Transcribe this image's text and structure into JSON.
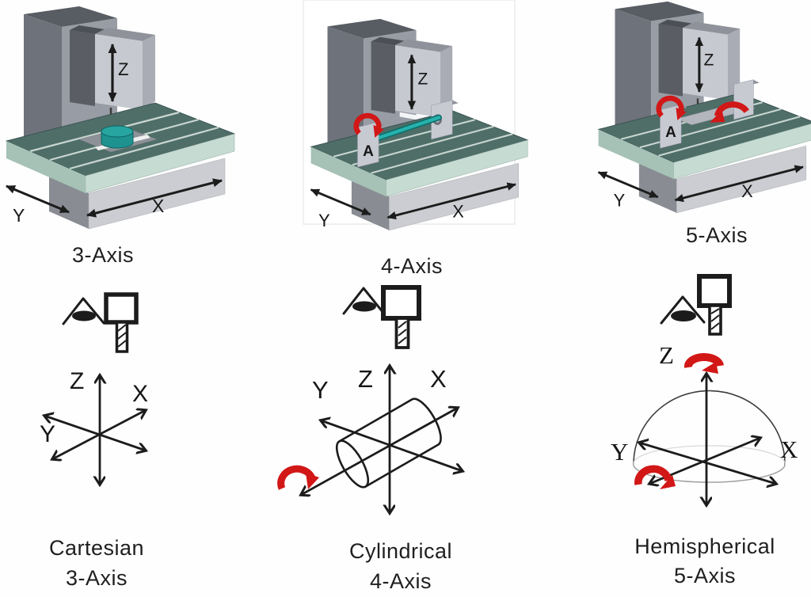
{
  "colors": {
    "accent_red": "#d21717",
    "workpiece_teal": "#1d928f",
    "rod_teal": "#27b2ad",
    "table_top_green": "#4f6e68",
    "table_edge_mint": "#c6dbd2",
    "machine_gray": "#c7c9d1",
    "ink": "#1c1c1c"
  },
  "machines": [
    {
      "label": "3-Axis",
      "axis_labels": {
        "z": "Z",
        "x": "X",
        "y": "Y"
      }
    },
    {
      "label": "4-Axis",
      "axis_labels": {
        "z": "Z",
        "x": "X",
        "y": "Y",
        "a": "A"
      }
    },
    {
      "label": "5-Axis",
      "axis_labels": {
        "z": "Z",
        "x": "X",
        "y": "Y",
        "a": "A"
      }
    }
  ],
  "coordinate_systems": [
    {
      "name": "Cartesian",
      "axis_count_label": "3-Axis",
      "axis_labels": {
        "z": "Z",
        "x": "X",
        "y": "Y"
      }
    },
    {
      "name": "Cylindrical",
      "axis_count_label": "4-Axis",
      "axis_labels": {
        "z": "Z",
        "x": "X",
        "y": "Y"
      }
    },
    {
      "name": "Hemispherical",
      "axis_count_label": "5-Axis",
      "axis_labels": {
        "z": "Z",
        "x": "X",
        "y": "Y"
      }
    }
  ]
}
